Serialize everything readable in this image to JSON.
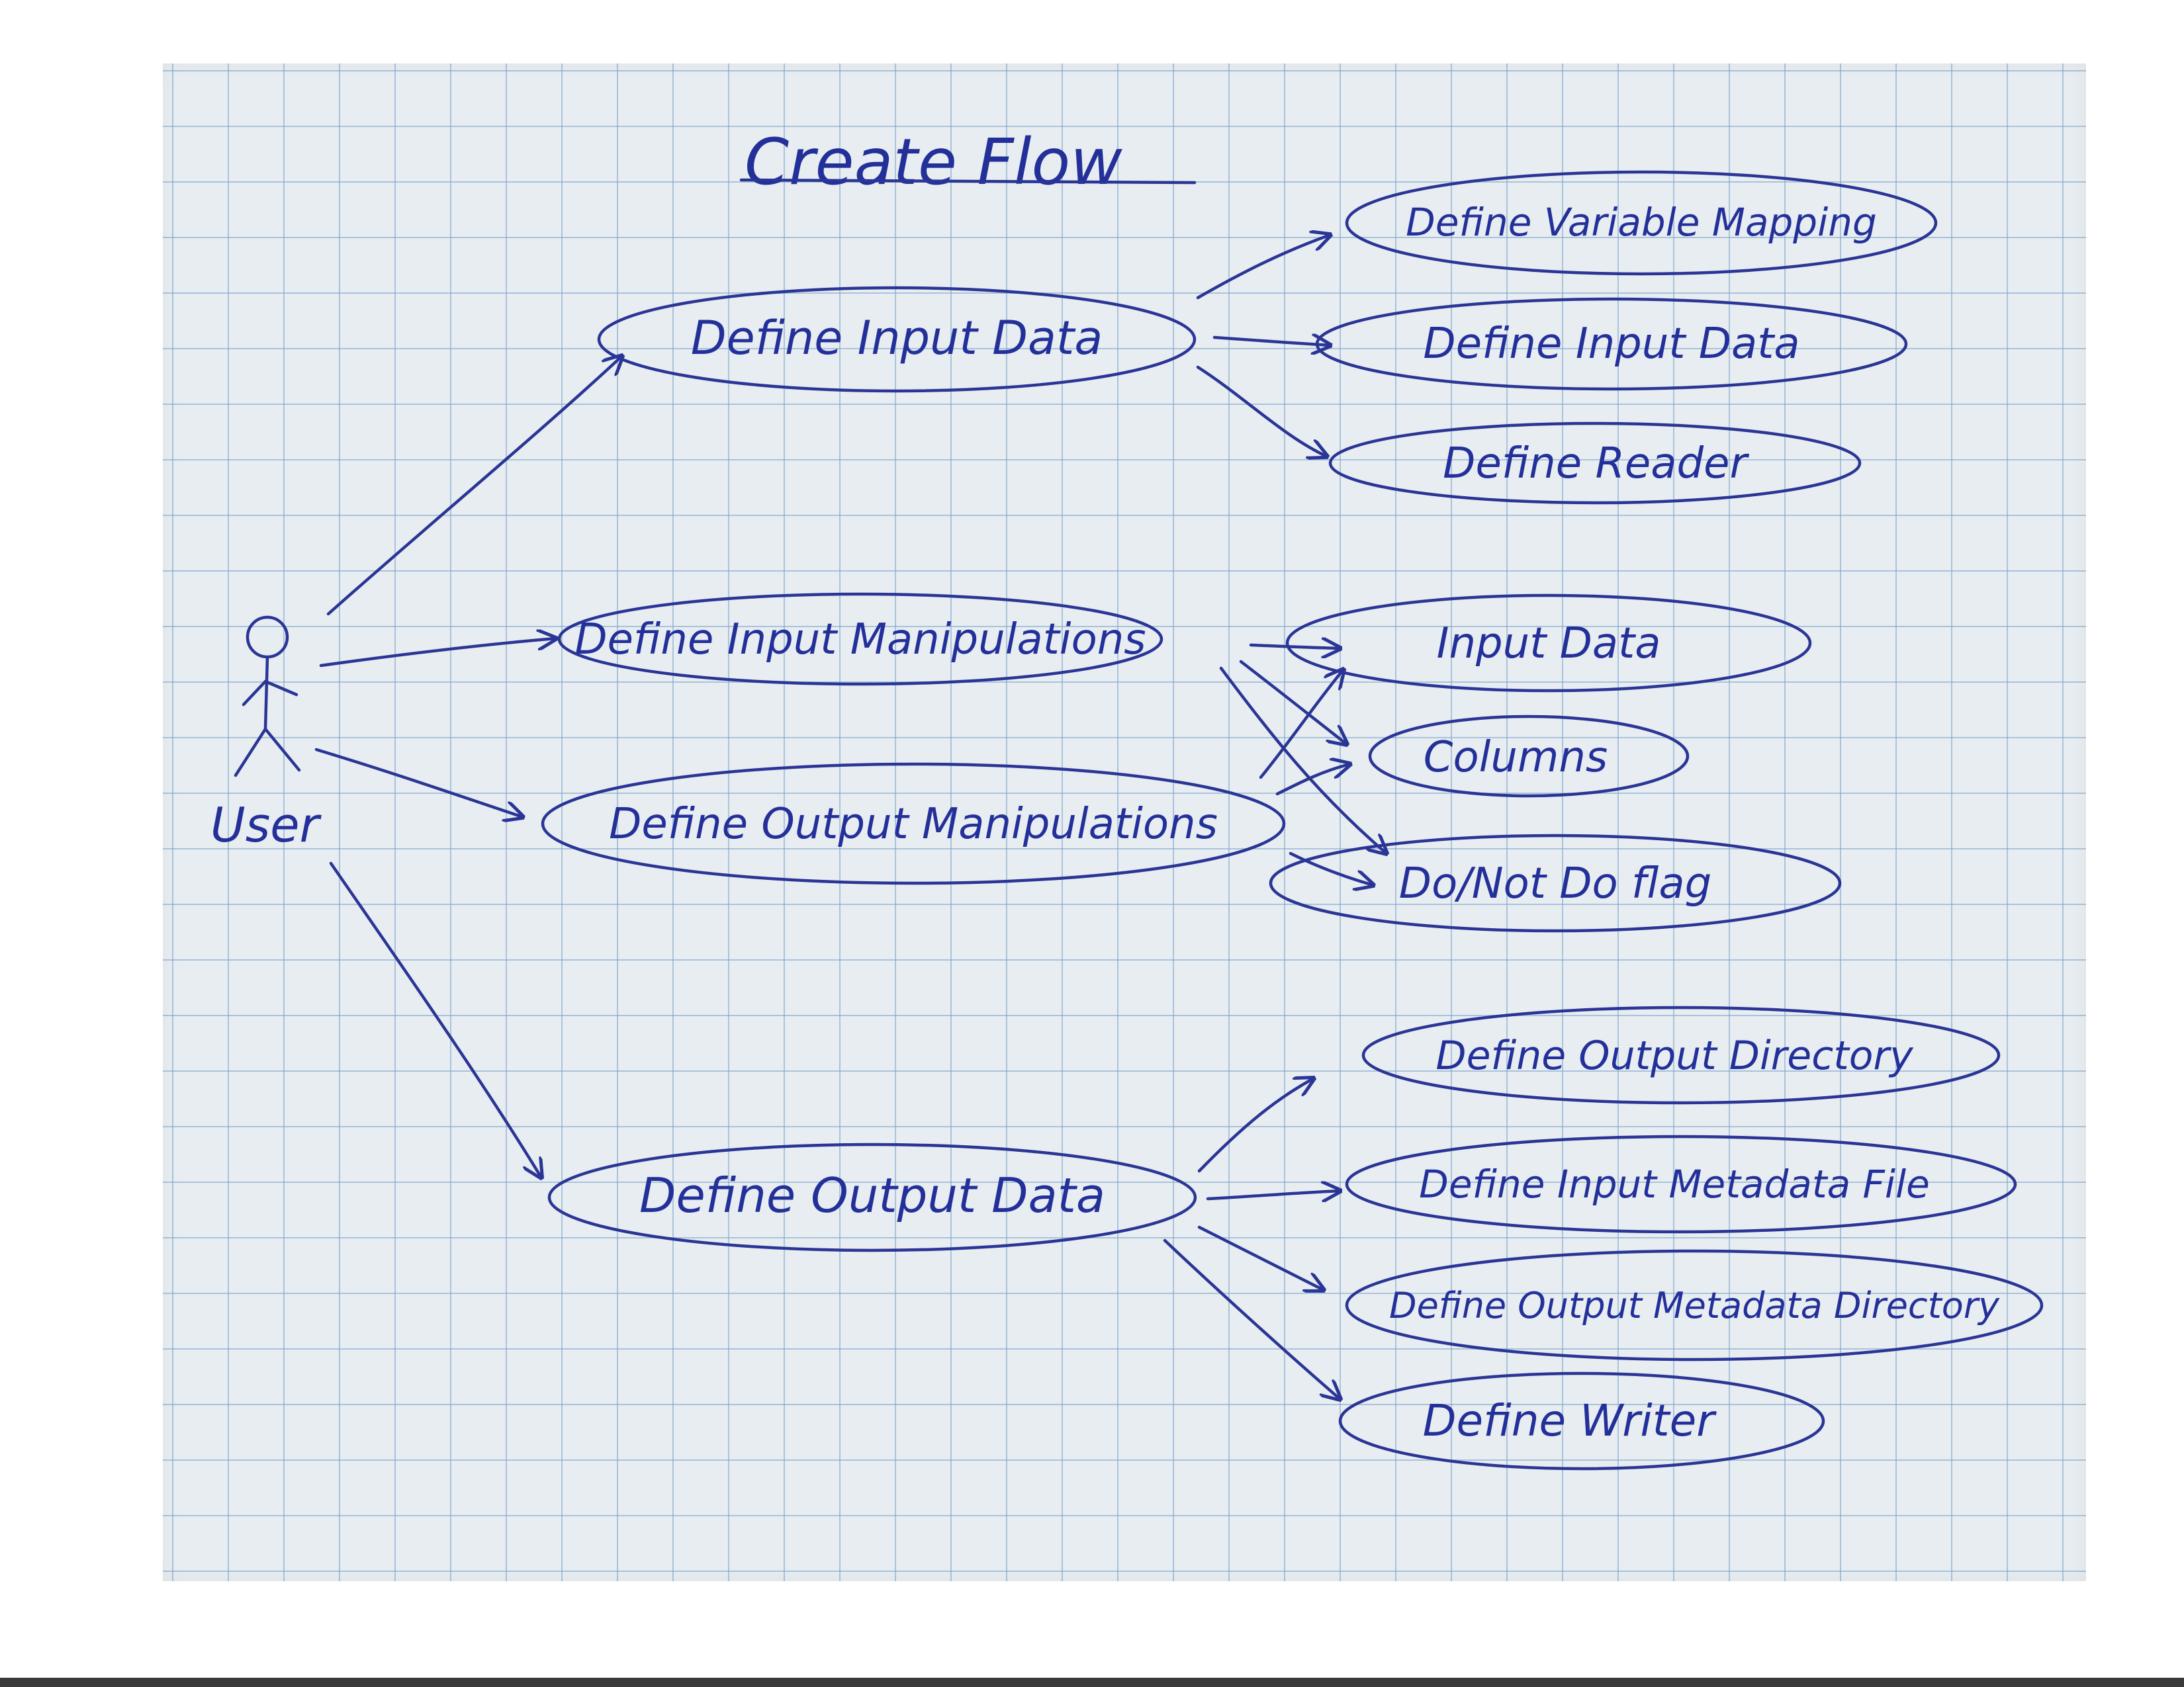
{
  "title": "Create Flow",
  "actor": {
    "label": "User"
  },
  "use_cases": [
    {
      "label": "Define Input Data",
      "includes": [
        "Define Variable Mapping",
        "Define Input Data",
        "Define Reader"
      ]
    },
    {
      "label": "Define Input Manipulations",
      "includes": [
        "Input Data",
        "Columns",
        "Do/Not Do flag"
      ]
    },
    {
      "label": "Define Output Manipulations",
      "includes": [
        "Input Data",
        "Columns",
        "Do/Not Do flag"
      ]
    },
    {
      "label": "Define Output Data",
      "includes": [
        "Define Output Directory",
        "Define Input Metadata File",
        "Define Output Metadata Directory",
        "Define Writer"
      ]
    }
  ],
  "sub_cases": {
    "define_variable_mapping": "Define Variable Mapping",
    "define_input_data": "Define Input Data",
    "define_reader": "Define Reader",
    "input_data": "Input Data",
    "columns": "Columns",
    "do_not_do_flag": "Do/Not Do flag",
    "define_output_directory": "Define Output Directory",
    "define_input_metadata_file": "Define Input Metadata File",
    "define_output_metadata_directory": "Define Output Metadata Directory",
    "define_writer": "Define Writer"
  },
  "colors": {
    "ink": "#2a3596",
    "paper": "#e7edf0",
    "grid": "#78a0cd"
  }
}
